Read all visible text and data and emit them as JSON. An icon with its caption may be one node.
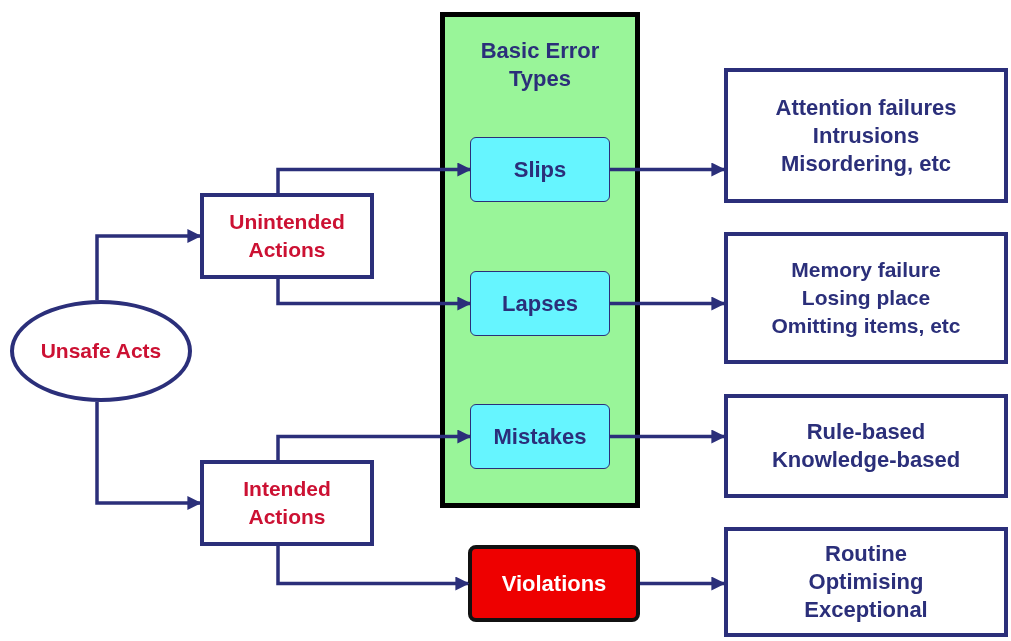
{
  "diagram": {
    "nodes": [
      {
        "text": [
          "Unsafe Acts"
        ]
      },
      {
        "text": [
          "Unintended Actions"
        ]
      },
      {
        "text": [
          "Intended Actions"
        ]
      },
      {
        "text": [
          "Basic Error Types"
        ]
      },
      {
        "text": [
          "Slips"
        ],
        "in": 3
      },
      {
        "text": [
          "Lapses"
        ],
        "in": 3
      },
      {
        "text": [
          "Mistakes"
        ],
        "in": 3
      },
      {
        "text": [
          "Violations"
        ]
      },
      {
        "text": [
          "Attention failures",
          "Intrusions",
          "Misordering, etc"
        ]
      },
      {
        "text": [
          "Memory failure",
          "Losing place",
          "Omitting items, etc"
        ]
      },
      {
        "text": [
          "Rule-based",
          "Knowledge-based"
        ]
      },
      {
        "text": [
          "Routine",
          "Optimising",
          "Exceptional"
        ]
      }
    ],
    "edges": [
      {
        "from": 0,
        "to": 1,
        "arrow": "to"
      },
      {
        "from": 0,
        "to": 2,
        "arrow": "to"
      },
      {
        "from": 1,
        "to": 4,
        "arrow": "to"
      },
      {
        "from": 1,
        "to": 5,
        "arrow": "to"
      },
      {
        "from": 2,
        "to": 6,
        "arrow": "to"
      },
      {
        "from": 2,
        "to": 7,
        "arrow": "to"
      },
      {
        "from": 4,
        "to": 8,
        "arrow": "to"
      },
      {
        "from": 5,
        "to": 9,
        "arrow": "to"
      },
      {
        "from": 6,
        "to": 10,
        "arrow": "to"
      },
      {
        "from": 7,
        "to": 11,
        "arrow": "to"
      }
    ]
  }
}
